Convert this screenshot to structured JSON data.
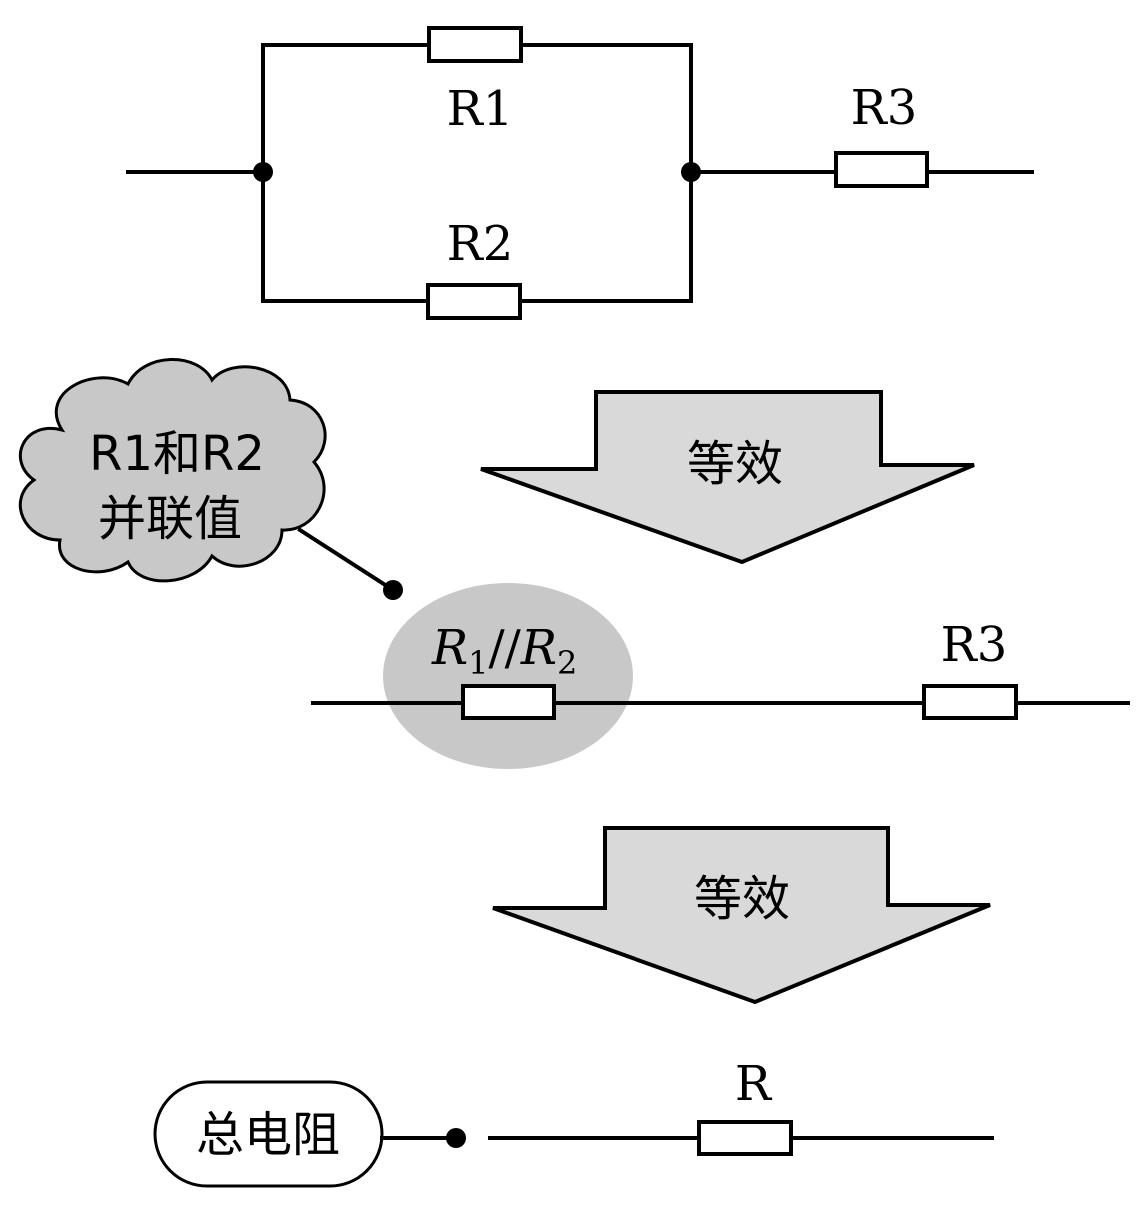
{
  "top_circuit": {
    "r1_label": "R1",
    "r2_label": "R2",
    "r3_label": "R3"
  },
  "callout": {
    "line1": "R1和R2",
    "line2": "并联值",
    "fill_color": "#c8c8c8"
  },
  "arrow1": {
    "label": "等效",
    "fill_color": "#d9d9d9"
  },
  "middle_circuit": {
    "parallel_label": {
      "r": "R",
      "sub1": "1",
      "sep": "//",
      "sub2": "2"
    },
    "r3_label": "R3",
    "highlight_color": "#c8c8c8"
  },
  "arrow2": {
    "label": "等效",
    "fill_color": "#d9d9d9"
  },
  "bottom_circuit": {
    "r_label": "R",
    "total_label": "总电阻"
  }
}
